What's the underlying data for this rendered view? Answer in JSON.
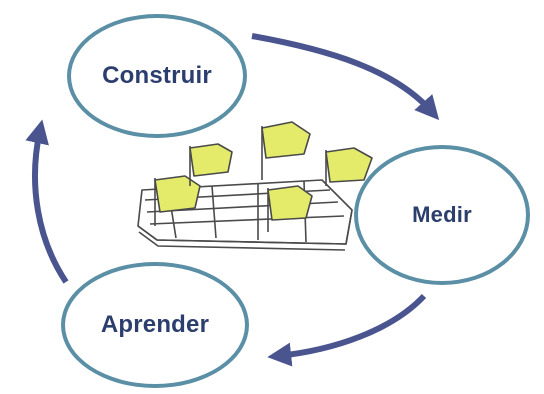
{
  "nodes": [
    {
      "id": "construir",
      "label": "Construir"
    },
    {
      "id": "medir",
      "label": "Medir"
    },
    {
      "id": "aprender",
      "label": "Aprender"
    }
  ],
  "colors": {
    "circle_border": "#5b8fa5",
    "arrow": "#4a5590",
    "label_text": "#2c3e6e",
    "flag_fill": "#e4ea6a",
    "board_line": "#4a4a4a"
  },
  "center_icon": "flags-on-grid-board-icon"
}
